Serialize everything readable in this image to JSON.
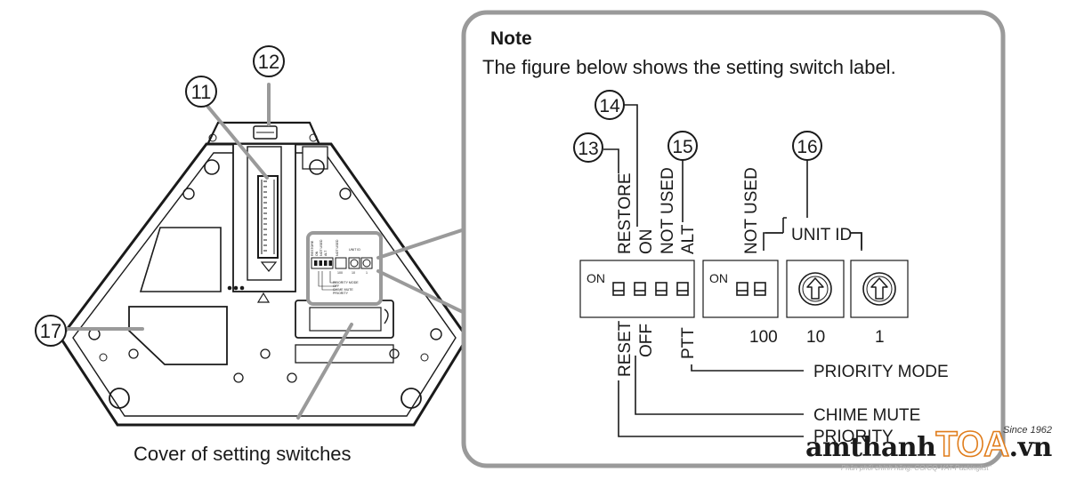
{
  "callouts": {
    "c11": "11",
    "c12": "12",
    "c13": "13",
    "c14": "14",
    "c15": "15",
    "c16": "16",
    "c17": "17"
  },
  "device": {
    "caption": "Cover of setting switches",
    "mini_top_labels": [
      "RESTORE",
      "ON",
      "NOT USED",
      "ALT",
      "NOT USED",
      "UNIT ID"
    ],
    "mini_bottom_labels": [
      "PRIORITY MODE",
      "OFF",
      "CHIME MUTE",
      "PRIORITY"
    ],
    "mini_rotary_labels": [
      "100",
      "10",
      "1"
    ]
  },
  "note": {
    "title": "Note",
    "text": "The figure below shows the setting switch label.",
    "labels_top": {
      "restore": "RESTORE",
      "on": "ON",
      "not_used_1": "NOT USED",
      "alt": "ALT",
      "not_used_2": "NOT USED",
      "unit_id": "UNIT ID"
    },
    "labels_bottom": {
      "reset": "RESET",
      "off": "OFF",
      "ptt": "PTT"
    },
    "on_label": "ON",
    "rotary_digits": [
      "100",
      "10",
      "1"
    ],
    "functions": {
      "priority_mode": "PRIORITY MODE",
      "chime_mute": "CHIME MUTE",
      "priority": "PRIORITY"
    }
  },
  "watermark": {
    "brand_prefix": "amthanh",
    "brand_mark": "TOA",
    "brand_suffix": ".vn",
    "since": "Since 1962",
    "tagline": "Phân phối chính hãng: CO/CQ-VAT-Packinglist\""
  },
  "colors": {
    "ink": "#1a1a1a",
    "leader": "#9a9a9a",
    "box_border": "#999999",
    "brand_orange": "#e07d1c"
  }
}
